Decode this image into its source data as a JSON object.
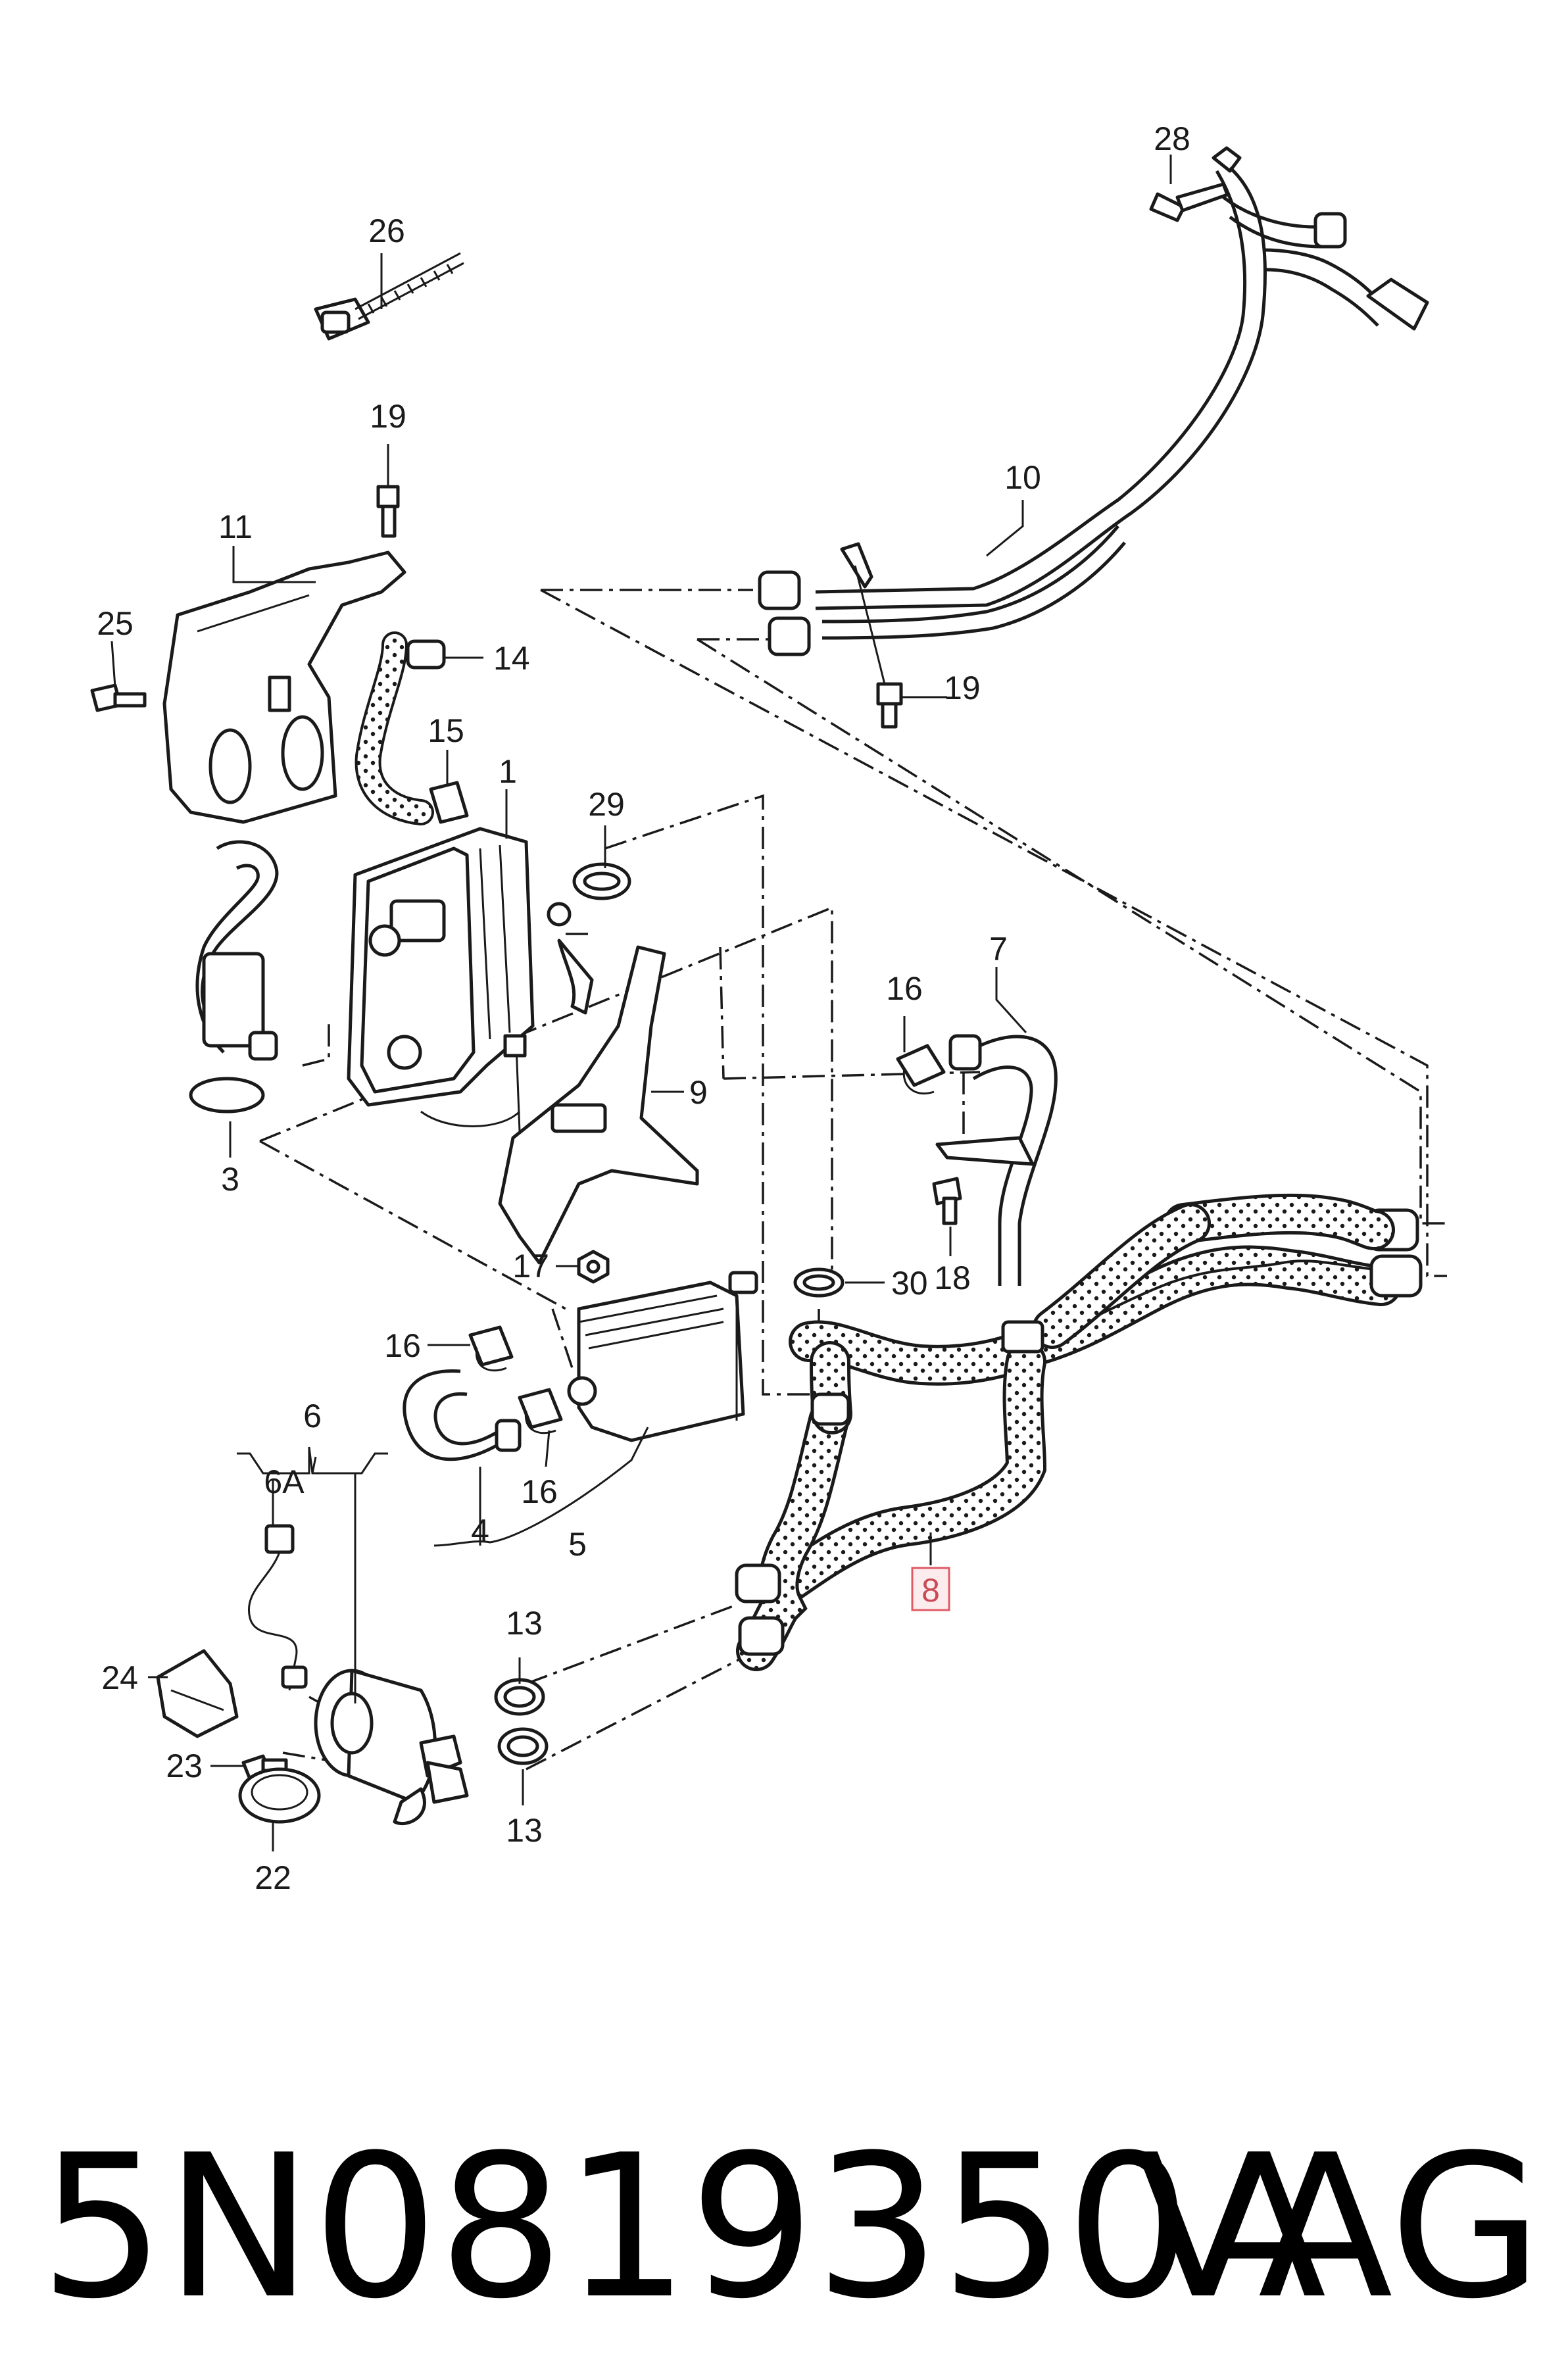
{
  "diagram": {
    "callouts": [
      {
        "id": "c28",
        "text": "28"
      },
      {
        "id": "c26",
        "text": "26"
      },
      {
        "id": "c19a",
        "text": "19"
      },
      {
        "id": "c10",
        "text": "10"
      },
      {
        "id": "c11",
        "text": "11"
      },
      {
        "id": "c25",
        "text": "25"
      },
      {
        "id": "c14",
        "text": "14"
      },
      {
        "id": "c19b",
        "text": "19"
      },
      {
        "id": "c15",
        "text": "15"
      },
      {
        "id": "c1",
        "text": "1"
      },
      {
        "id": "c29",
        "text": "29"
      },
      {
        "id": "c7",
        "text": "7"
      },
      {
        "id": "c16a",
        "text": "16"
      },
      {
        "id": "c9",
        "text": "9"
      },
      {
        "id": "c3",
        "text": "3"
      },
      {
        "id": "c18",
        "text": "18"
      },
      {
        "id": "c17",
        "text": "17"
      },
      {
        "id": "c30",
        "text": "30"
      },
      {
        "id": "c16b",
        "text": "16"
      },
      {
        "id": "c6",
        "text": "6"
      },
      {
        "id": "c6A",
        "text": "6A"
      },
      {
        "id": "c16c",
        "text": "16"
      },
      {
        "id": "c4",
        "text": "4"
      },
      {
        "id": "c5",
        "text": "5"
      },
      {
        "id": "c8",
        "text": "8"
      },
      {
        "id": "c13a",
        "text": "13"
      },
      {
        "id": "c24",
        "text": "24"
      },
      {
        "id": "c23",
        "text": "23"
      },
      {
        "id": "c13b",
        "text": "13"
      },
      {
        "id": "c22",
        "text": "22"
      }
    ],
    "highlight_color": "#e05a64"
  },
  "caption": {
    "part_number": "5N0819350A",
    "brand": "VAG"
  }
}
